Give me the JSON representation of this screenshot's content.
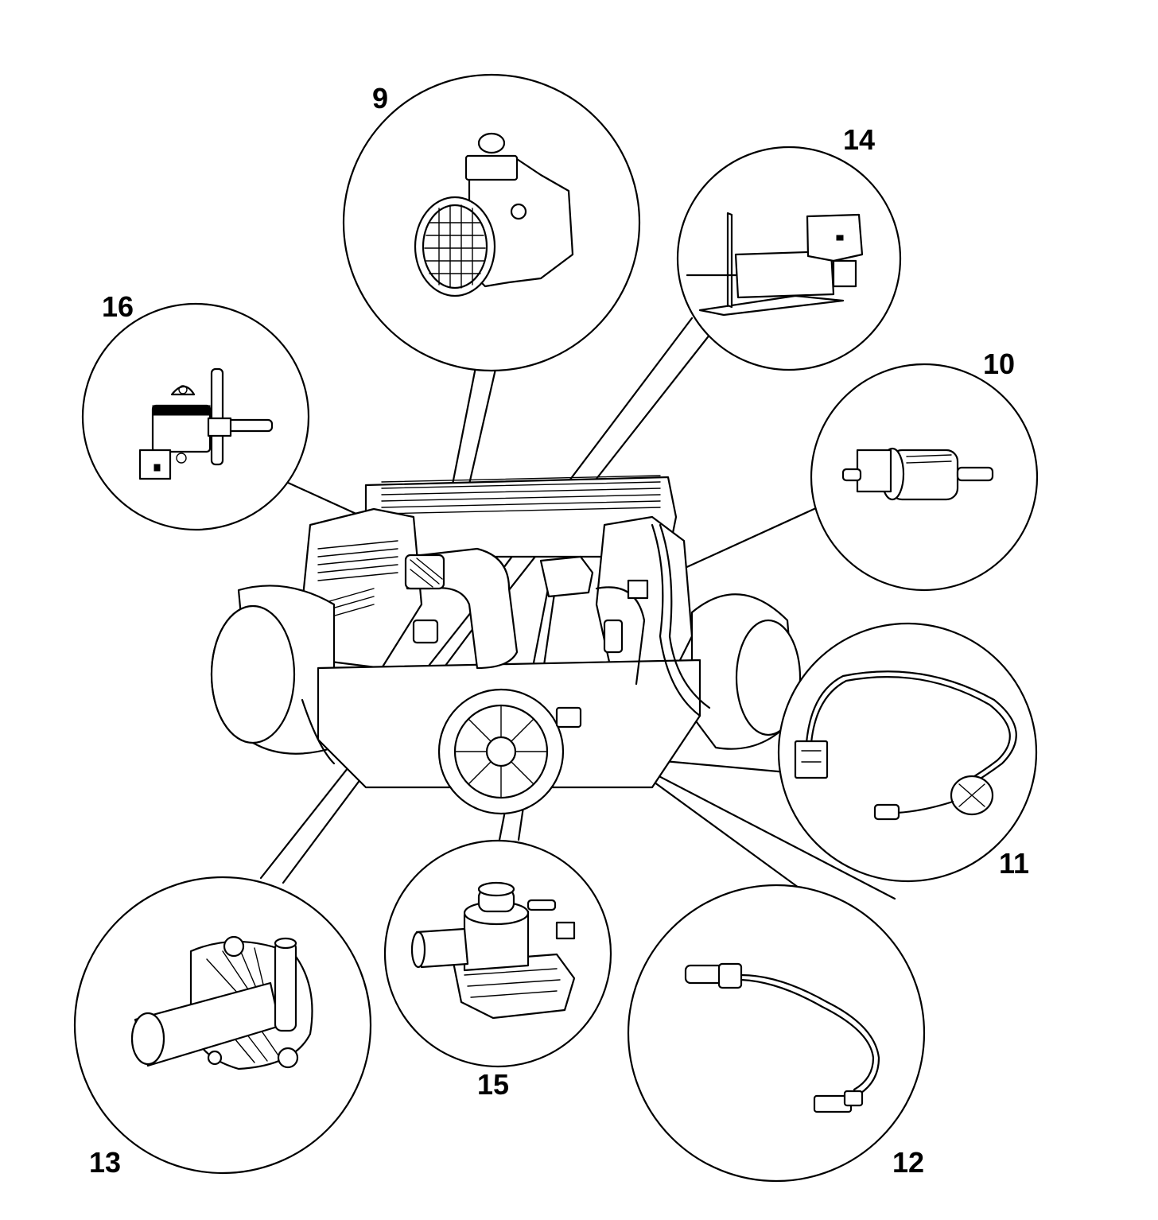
{
  "callouts": [
    {
      "id": "9",
      "label": "9",
      "part": "air-flow-meter"
    },
    {
      "id": "14",
      "label": "14",
      "part": "solenoid-valve-bracket"
    },
    {
      "id": "16",
      "label": "16",
      "part": "change-over-valve"
    },
    {
      "id": "10",
      "label": "10",
      "part": "tank-vent-valve"
    },
    {
      "id": "11",
      "label": "11",
      "part": "temperature-sensor"
    },
    {
      "id": "12",
      "label": "12",
      "part": "speed-sensor"
    },
    {
      "id": "13",
      "label": "13",
      "part": "secondary-air-pump"
    },
    {
      "id": "15",
      "label": "15",
      "part": "idle-speed-actuator"
    }
  ],
  "colors": {
    "ink": "#000000",
    "paper": "#ffffff"
  }
}
